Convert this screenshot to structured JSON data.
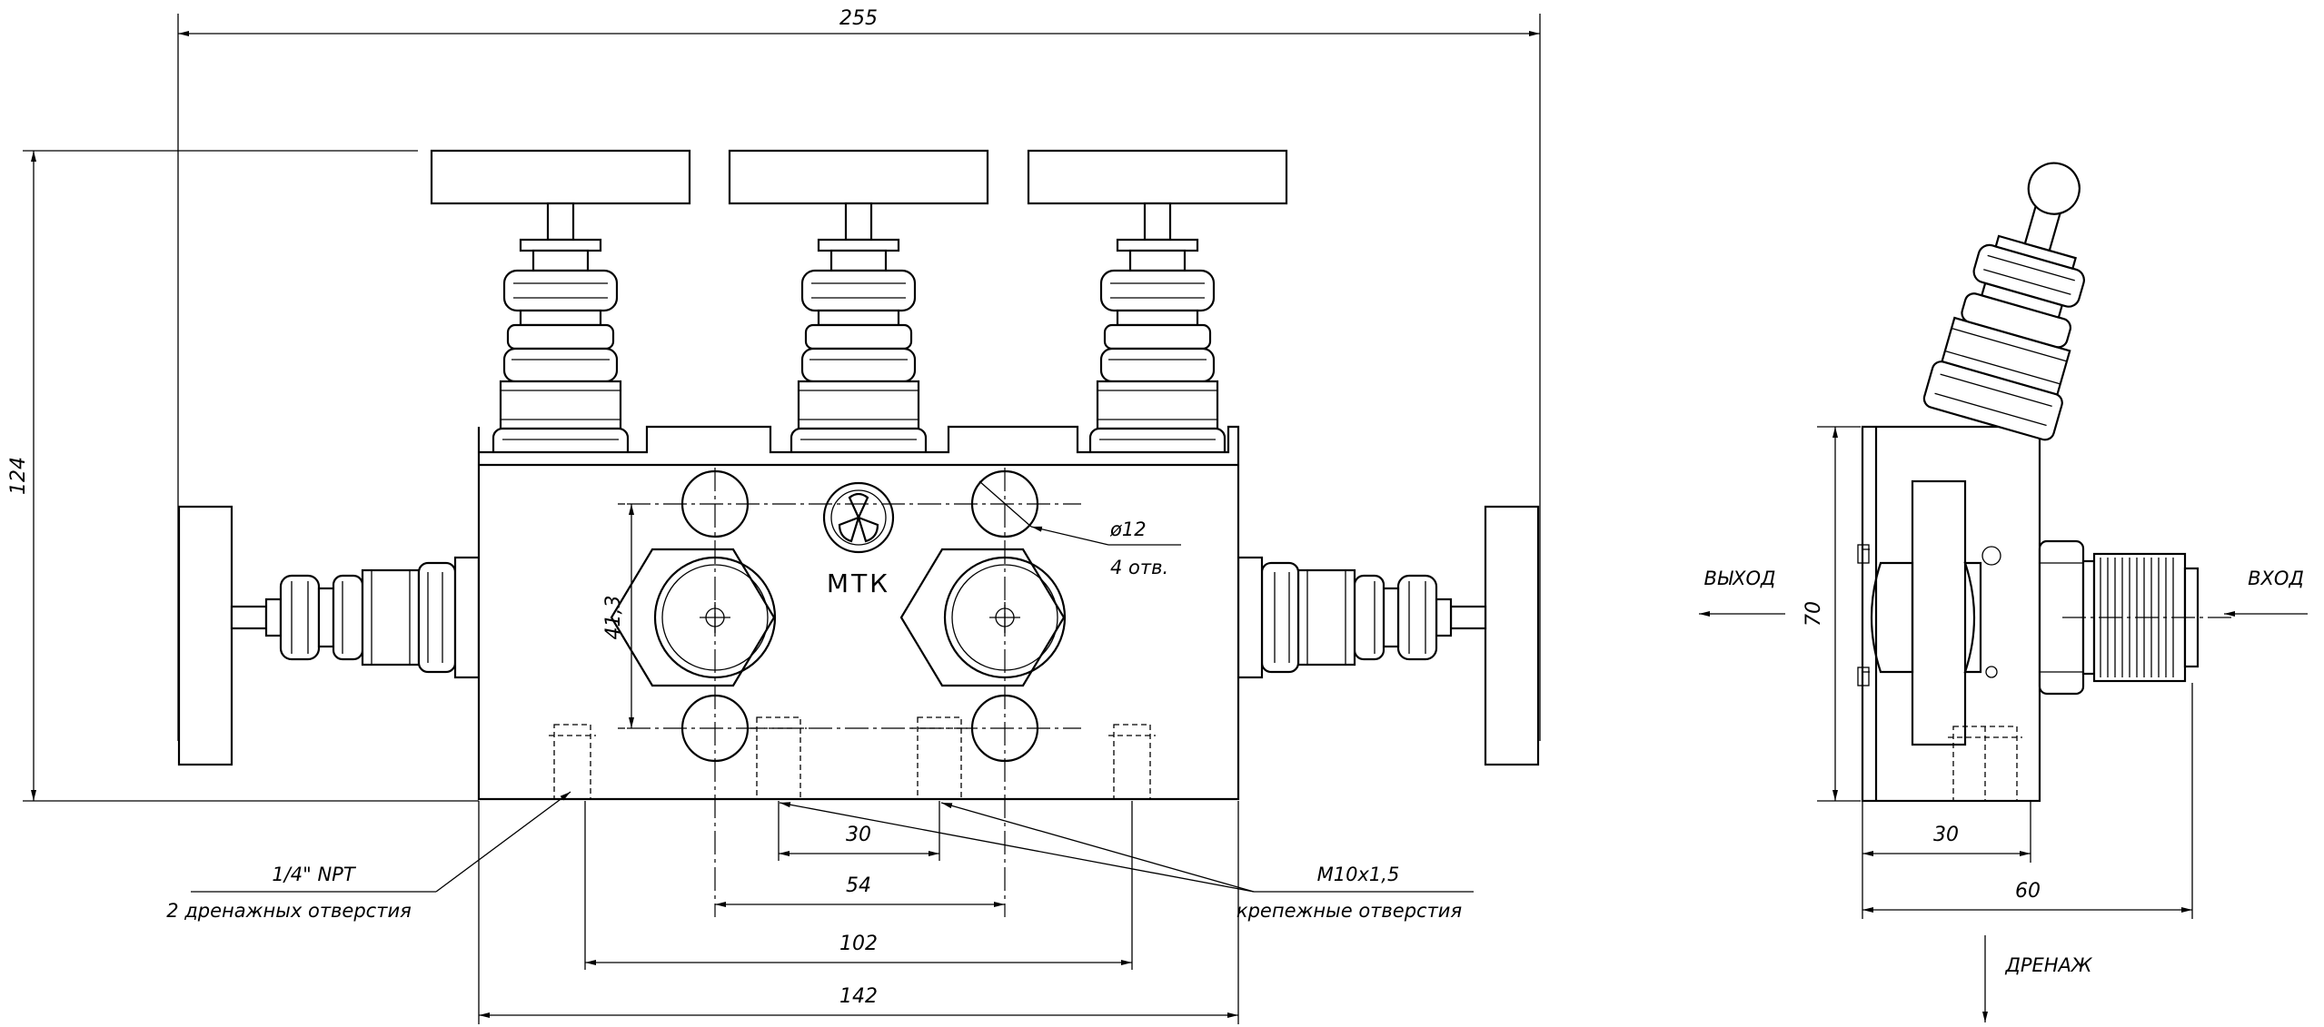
{
  "dimensions": {
    "overall_width": "255",
    "overall_height": "124",
    "port_spacing_vertical": "41,3",
    "mount_hole_diameter": "ø12",
    "mount_hole_count": "4 отв.",
    "pitch_30": "30",
    "pitch_54": "54",
    "pitch_102": "102",
    "body_width": "142",
    "side_height": "70",
    "side_offset": "30",
    "side_depth": "60"
  },
  "callouts": {
    "drain_thread": "1/4\" NPT",
    "drain_holes": "2 дренажных отверстия",
    "mount_thread": "M10x1,5",
    "mount_holes": "крепежные отверстия"
  },
  "flow_labels": {
    "outlet": "ВЫХОД",
    "inlet": "ВХОД",
    "drain": "ДРЕНАЖ"
  },
  "logo_text": "МТК"
}
